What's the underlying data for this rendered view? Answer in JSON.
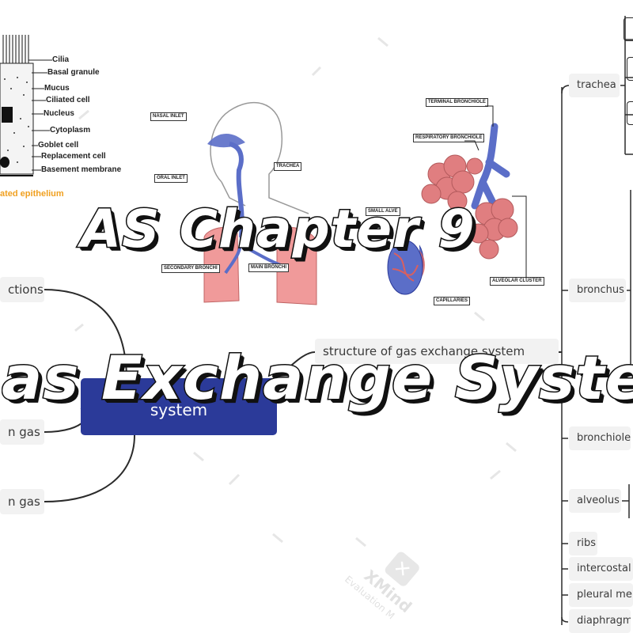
{
  "titles": {
    "chapter": "AS Chapter 9",
    "subject": "as Exchange Syster"
  },
  "central_node": {
    "label": "system"
  },
  "left_nodes": [
    {
      "label": "ctions"
    },
    {
      "label": "n gas"
    },
    {
      "label": "n gas"
    }
  ],
  "structure_node": {
    "label": "structure of gas exchange system"
  },
  "right_nodes": [
    {
      "label": "trachea"
    },
    {
      "label": "bronchus"
    },
    {
      "label": "bronchiole"
    },
    {
      "label": "alveolus"
    },
    {
      "label": "ribs"
    },
    {
      "label": "intercostal mu"
    },
    {
      "label": "pleural mem"
    },
    {
      "label": "diaphragm"
    }
  ],
  "epithelium_figure": {
    "labels": [
      "Cilia",
      "Basal granule",
      "Mucus",
      "Ciliated cell",
      "Nucleus",
      "Cytoplasm",
      "Goblet cell",
      "Replacement cell",
      "Basement membrane"
    ],
    "caption": "ated epithelium"
  },
  "airway_figure": {
    "labels": [
      "NASAL INLET",
      "ORAL INLET",
      "TRACHEA",
      "SECONDARY BRONCHI",
      "MAIN BRONCHI"
    ]
  },
  "alveoli_figure": {
    "labels": [
      "TERMINAL BRONCHIOLE",
      "RESPIRATORY BRONCHIOLE",
      "ALVEOLAR CLUSTER",
      "CAPILLARIES",
      "SMALL ALVE"
    ]
  },
  "watermark": {
    "brand": "XMind",
    "subtitle": "Evaluation M"
  },
  "colors": {
    "central_fill": "#2b3a99",
    "node_fill": "#f2f2f2",
    "connector": "#2b2b2b",
    "caption_orange": "#f0a020",
    "lung_pink": "#f09a9a",
    "airway_blue": "#5b6ec8"
  }
}
